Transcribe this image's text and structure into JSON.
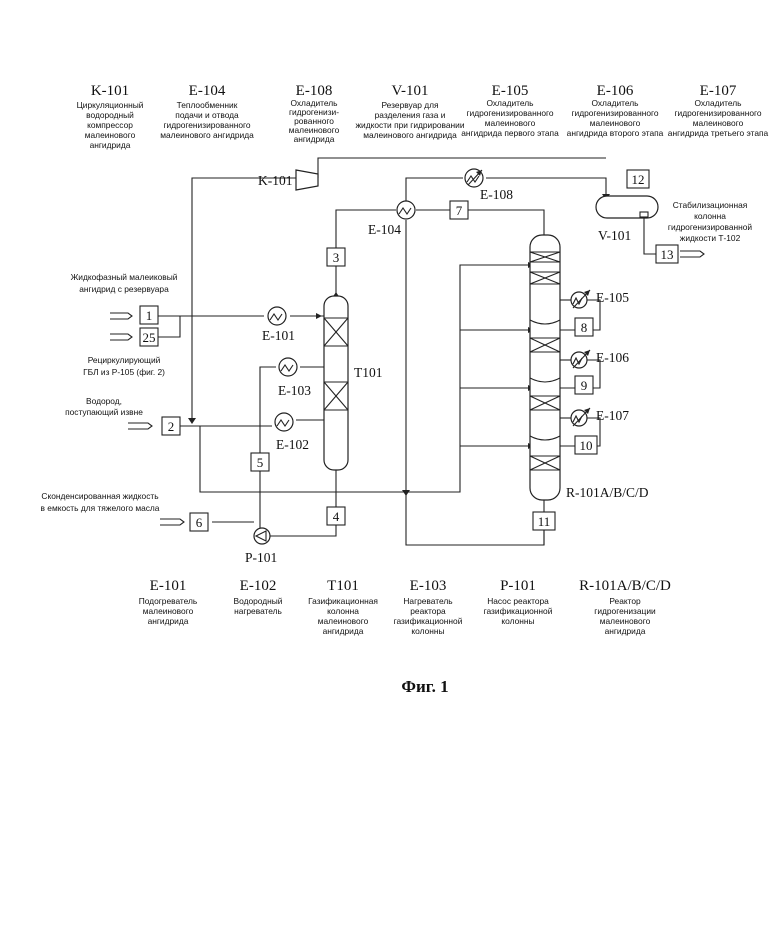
{
  "legend_top": [
    {
      "code": "K-101",
      "desc": [
        "Циркуляционный",
        "водородный",
        "компрессор",
        "малеинового",
        "ангидрида"
      ]
    },
    {
      "code": "E-104",
      "desc": [
        "Теплообменник",
        "подачи и отвода",
        "гидрогенизированного",
        "малеинового ангидрида"
      ]
    },
    {
      "code": "E-108",
      "desc": [
        "Охладитель",
        "гидрогенизи-",
        "рованного",
        "малеинового",
        "ангидрида"
      ]
    },
    {
      "code": "V-101",
      "desc": [
        "Резервуар для",
        "разделения газа и",
        "жидкости при гидрировании",
        "малеинового ангидрида"
      ]
    },
    {
      "code": "E-105",
      "desc": [
        "Охладитель",
        "гидрогенизированного",
        "малеинового",
        "ангидрида первого этапа"
      ]
    },
    {
      "code": "E-106",
      "desc": [
        "Охладитель",
        "гидрогенизированного",
        "малеинового",
        "ангидрида второго этапа"
      ]
    },
    {
      "code": "E-107",
      "desc": [
        "Охладитель",
        "гидрогенизированного",
        "малеинового",
        "ангидрида третьего этапа"
      ]
    }
  ],
  "legend_bottom": [
    {
      "code": "E-101",
      "desc": [
        "Подогреватель",
        "малеинового",
        "ангидрида"
      ]
    },
    {
      "code": "E-102",
      "desc": [
        "Водородный",
        "нагреватель"
      ]
    },
    {
      "code": "T101",
      "desc": [
        "Газификационная",
        "колонна",
        "малеинового",
        "ангидрида"
      ]
    },
    {
      "code": "E-103",
      "desc": [
        "Нагреватель",
        "реактора",
        "газификационной",
        "колонны"
      ]
    },
    {
      "code": "P-101",
      "desc": [
        "Насос реактора",
        "газификационной",
        "колонны"
      ]
    },
    {
      "code": "R-101A/B/C/D",
      "desc": [
        "Реактор",
        "гидрогенизации",
        "малеинового",
        "ангидрида"
      ]
    }
  ],
  "inputs": {
    "liquid_ma": [
      "Жидкофазный малеиковый",
      "ангидрид с резервуара"
    ],
    "recycle_gbl": [
      "Рециркулирующий",
      "ГБЛ из Р-105 (фиг. 2)"
    ],
    "hydrogen": [
      "Водород,",
      "поступающий извне"
    ],
    "condensed": [
      "Сконденсированная жидкость",
      "в емкость для тяжелого масла"
    ],
    "stabilization": [
      "Стабилизационная",
      "колонна",
      "гидрогенизированной",
      "жидкости Т-102"
    ]
  },
  "equipment": {
    "k101": "K-101",
    "e101": "E-101",
    "e102": "E-102",
    "e103": "E-103",
    "e104": "E-104",
    "e105": "E-105",
    "e106": "E-106",
    "e107": "E-107",
    "e108": "E-108",
    "t101": "T101",
    "v101": "V-101",
    "p101": "P-101",
    "reactor": "R-101A/B/C/D"
  },
  "streams": [
    "1",
    "2",
    "3",
    "4",
    "5",
    "6",
    "7",
    "8",
    "9",
    "10",
    "11",
    "12",
    "13",
    "25"
  ],
  "figure_caption": "Фиг. 1"
}
